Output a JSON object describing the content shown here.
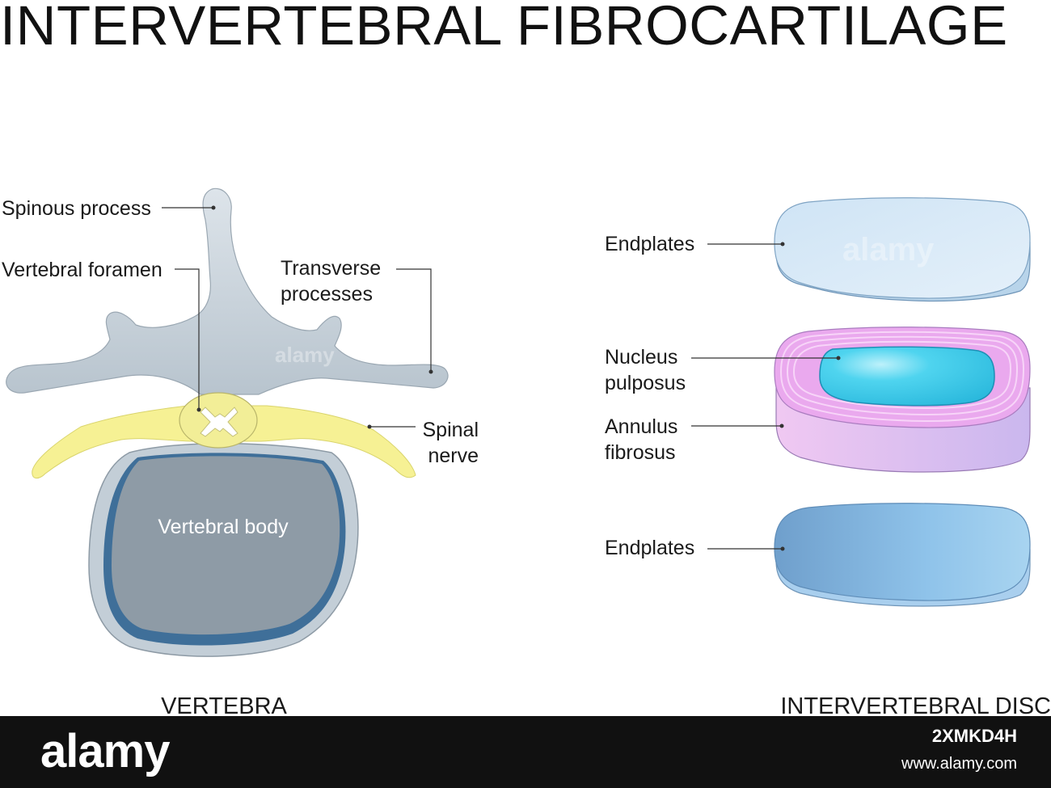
{
  "title": "INTERVERTEBRAL FIBROCARTILAGE",
  "vertebra": {
    "caption": "VERTEBRA",
    "labels": {
      "spinous_process": "Spinous process",
      "vertebral_foramen": "Vertebral foramen",
      "transverse_1": "Transverse",
      "transverse_2": "processes",
      "spinal_1": "Spinal",
      "spinal_2": "nerve",
      "vertebral_body": "Vertebral body"
    }
  },
  "disc": {
    "caption": "INTERVERTEBRAL DISC",
    "labels": {
      "endplates_top": "Endplates",
      "nucleus_1": "Nucleus",
      "nucleus_2": "pulposus",
      "annulus_1": "Annulus",
      "annulus_2": "fibrosus",
      "endplates_bottom": "Endplates"
    }
  },
  "watermark": "alamy",
  "footer": {
    "brand": "alamy",
    "image_id": "2XMKD4H",
    "url": "www.alamy.com"
  },
  "colors": {
    "bone": "#c9d3db",
    "nerve": "#f6f194",
    "vertebral_body": "#8e9ba6",
    "vertebral_body_rim": "#3b6d98",
    "nucleus": "#45d0ee",
    "annulus": "#e9b2ee",
    "endplate_top": "#d7e9f7",
    "endplate_bottom": "#8fc0e6"
  }
}
